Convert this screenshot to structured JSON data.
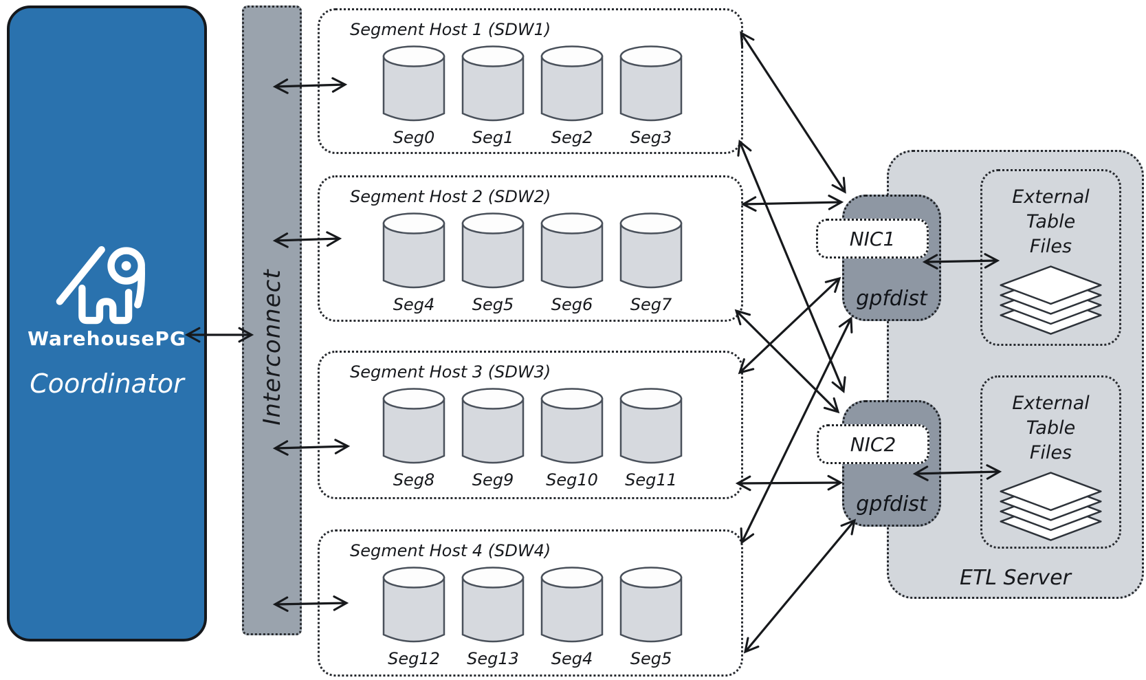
{
  "coordinator": {
    "brand": "WarehousePG",
    "label": "Coordinator"
  },
  "interconnect": {
    "label": "Interconnect"
  },
  "segment_hosts": [
    {
      "title": "Segment Host 1 (SDW1)",
      "segments": [
        "Seg0",
        "Seg1",
        "Seg2",
        "Seg3"
      ]
    },
    {
      "title": "Segment Host 2 (SDW2)",
      "segments": [
        "Seg4",
        "Seg5",
        "Seg6",
        "Seg7"
      ]
    },
    {
      "title": "Segment Host 3 (SDW3)",
      "segments": [
        "Seg8",
        "Seg9",
        "Seg10",
        "Seg11"
      ]
    },
    {
      "title": "Segment Host 4 (SDW4)",
      "segments": [
        "Seg12",
        "Seg13",
        "Seg4",
        "Seg5"
      ]
    }
  ],
  "nic_groups": [
    {
      "nic": "NIC1",
      "service": "gpfdist"
    },
    {
      "nic": "NIC2",
      "service": "gpfdist"
    }
  ],
  "etl_server": {
    "label": "ETL Server",
    "file_stacks": [
      {
        "lines": [
          "External",
          "Table",
          "Files"
        ]
      },
      {
        "lines": [
          "External",
          "Table",
          "Files"
        ]
      }
    ]
  },
  "colors": {
    "coordinator_blue": "#2a72ae",
    "bar_gray": "#9aa3ad",
    "gpfdist_gray": "#8e97a3",
    "etl_gray": "#d3d7dc",
    "cylinder_fill": "#d6d9de",
    "ink": "#17191d"
  }
}
